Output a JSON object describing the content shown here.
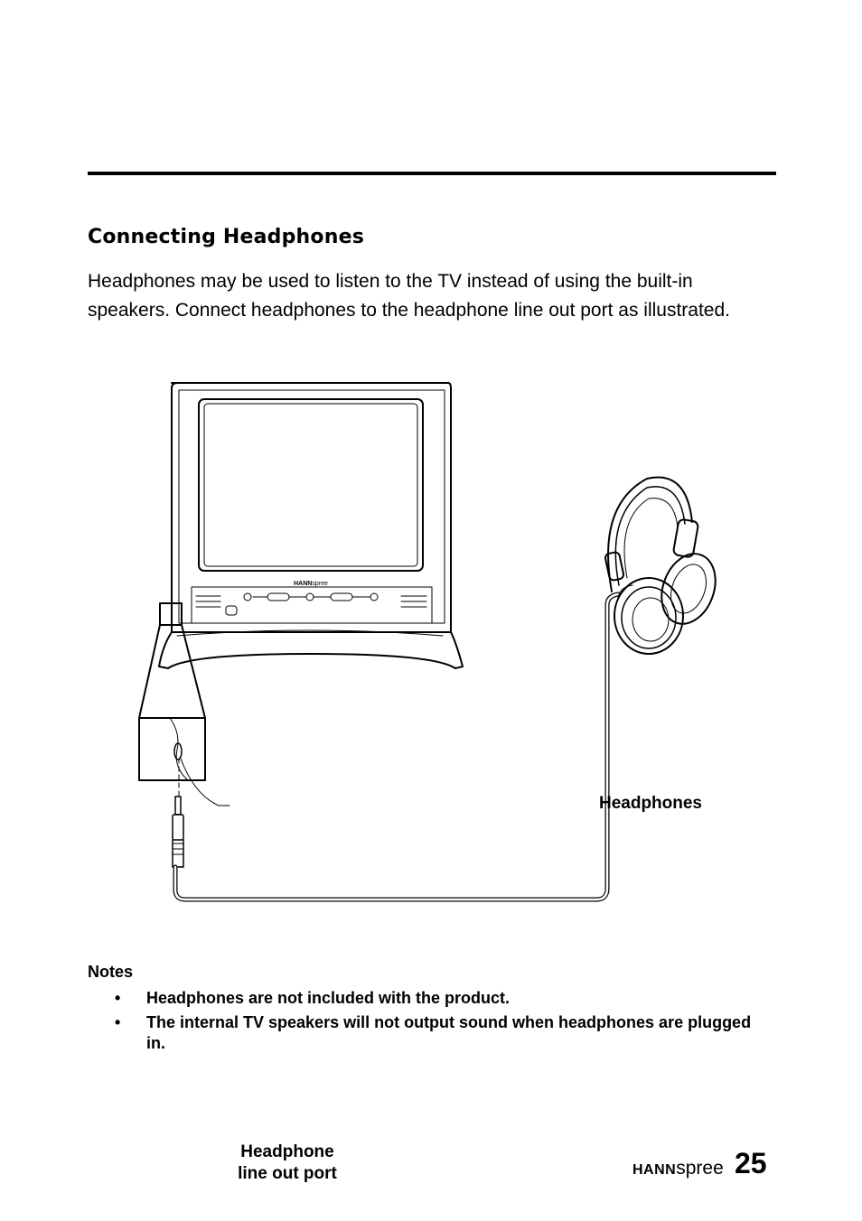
{
  "heading": "Connecting Headphones",
  "intro": "Headphones may be used to listen to the TV instead of using the built-in speakers. Connect headphones to the headphone line out port as illustrated.",
  "figure": {
    "label_headphones": "Headphones",
    "label_port": "Headphone line out port",
    "tv_brand_bold": "HANN",
    "tv_brand_light": "spree"
  },
  "notes": {
    "title": "Notes",
    "items": [
      "Headphones are not included with the product.",
      "The internal TV speakers will not output sound when headphones are plugged in."
    ]
  },
  "footer": {
    "brand_bold": "HANN",
    "brand_light": "spree",
    "page_number": "25"
  }
}
